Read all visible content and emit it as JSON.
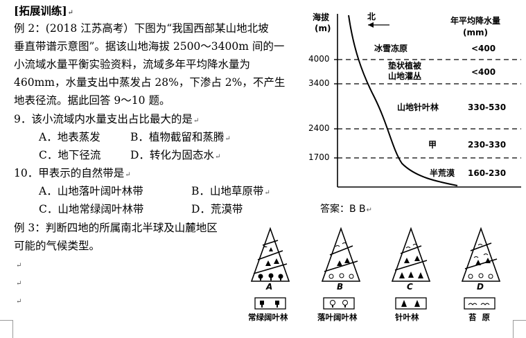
{
  "heading": "[拓展训练]",
  "example2": {
    "lines": [
      "例 2：(2018  江苏高考）下图为“我国西部某山地北坡",
      "垂直带谱示意图”。据该山地海拔 2500～3400m 间的一",
      "小流域水量平衡实验资料，流域多年平均降水量为",
      "460mm，水量支出中蒸发占 28%，下渗占 2%，不产生",
      "地表径流。据此回答 9～10 题。"
    ],
    "q9": {
      "stem": "9．该小流域内水量支出占比最大的是",
      "a": "A．地表蒸发",
      "b": "B．植物截留和蒸腾",
      "c": "C．地下径流",
      "d": "D．转化为固态水"
    },
    "q10": {
      "stem": "10．甲表示的自然带是",
      "a": "A．山地落叶阔叶林带",
      "b": "B．山地草原带",
      "c": "C．山地常绿阔叶林带",
      "d": "D．荒漠带"
    },
    "answer": "答案：B    B"
  },
  "example3": {
    "lines": [
      "例 3：判断四地的所属南北半球及山麓地区",
      "可能的气候类型。"
    ]
  },
  "chart": {
    "y_title": [
      "海拔",
      "(m)"
    ],
    "direction": "北",
    "right_title": [
      "年平均降水量",
      "(mm)"
    ],
    "ticks": [
      "4000",
      "3400",
      "2400",
      "1700"
    ],
    "zones": [
      {
        "name": "冰雪冻原",
        "precip": "<400"
      },
      {
        "name": "垫状植被\n山地灌丛",
        "precip": "<400"
      },
      {
        "name": "山地针叶林",
        "precip": "330-530"
      },
      {
        "name": "甲",
        "precip": "230-330"
      },
      {
        "name": "半荒漠",
        "precip": "160-230"
      }
    ]
  },
  "mountains": {
    "labels": [
      "A",
      "B",
      "C",
      "D"
    ],
    "legend": [
      "常绿阔叶林",
      "落叶阔叶林",
      "针叶林",
      "苔  原"
    ]
  },
  "pilcrow": "↵"
}
